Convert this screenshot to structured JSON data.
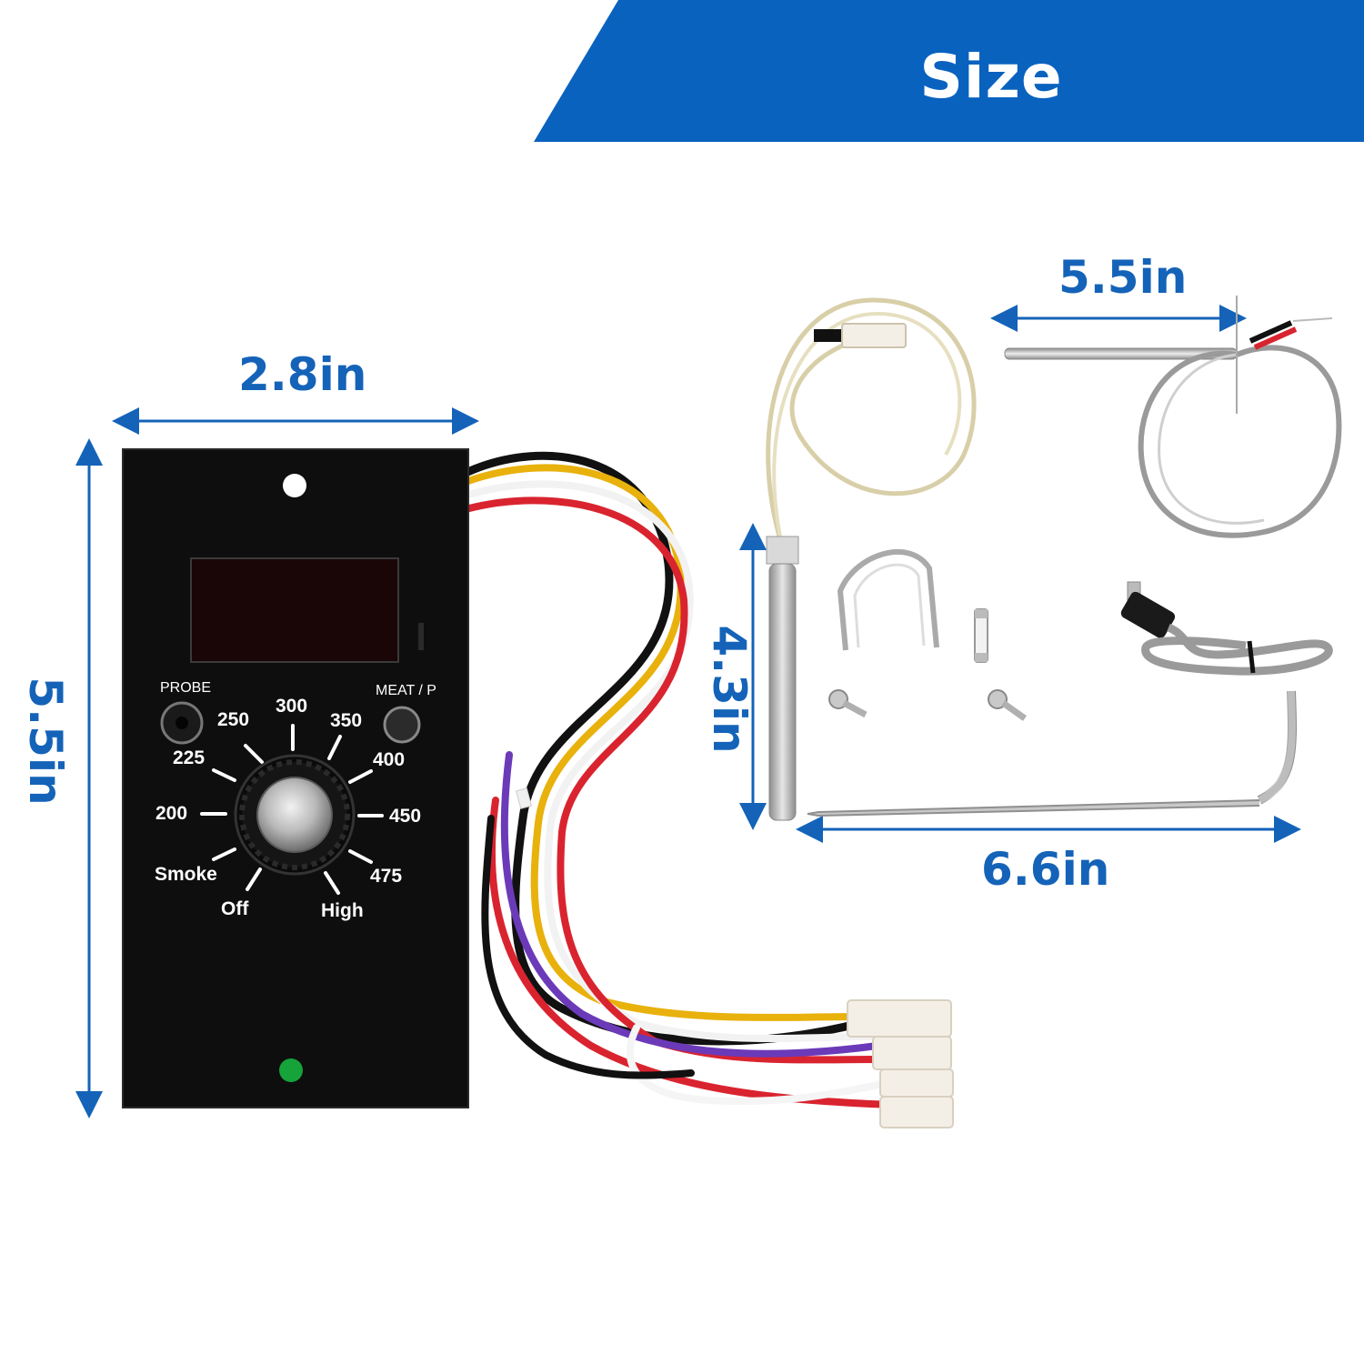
{
  "banner": {
    "title": "Size",
    "color": "#0a62bf"
  },
  "dimensions": {
    "panel_width": "2.8in",
    "panel_height": "5.5in",
    "rtd_probe_length": "4.3in",
    "thermocouple_length": "5.5in",
    "meat_probe_length": "6.6in",
    "color": "#1463b8"
  },
  "control_panel": {
    "probe_label": "PROBE",
    "meat_probe_label": "MEAT / P",
    "dial_labels": {
      "off": "Off",
      "smoke": "Smoke",
      "t200": "200",
      "t225": "225",
      "t250": "250",
      "t300": "300",
      "t350": "350",
      "t400": "400",
      "t450": "450",
      "t475": "475",
      "high": "High"
    }
  }
}
